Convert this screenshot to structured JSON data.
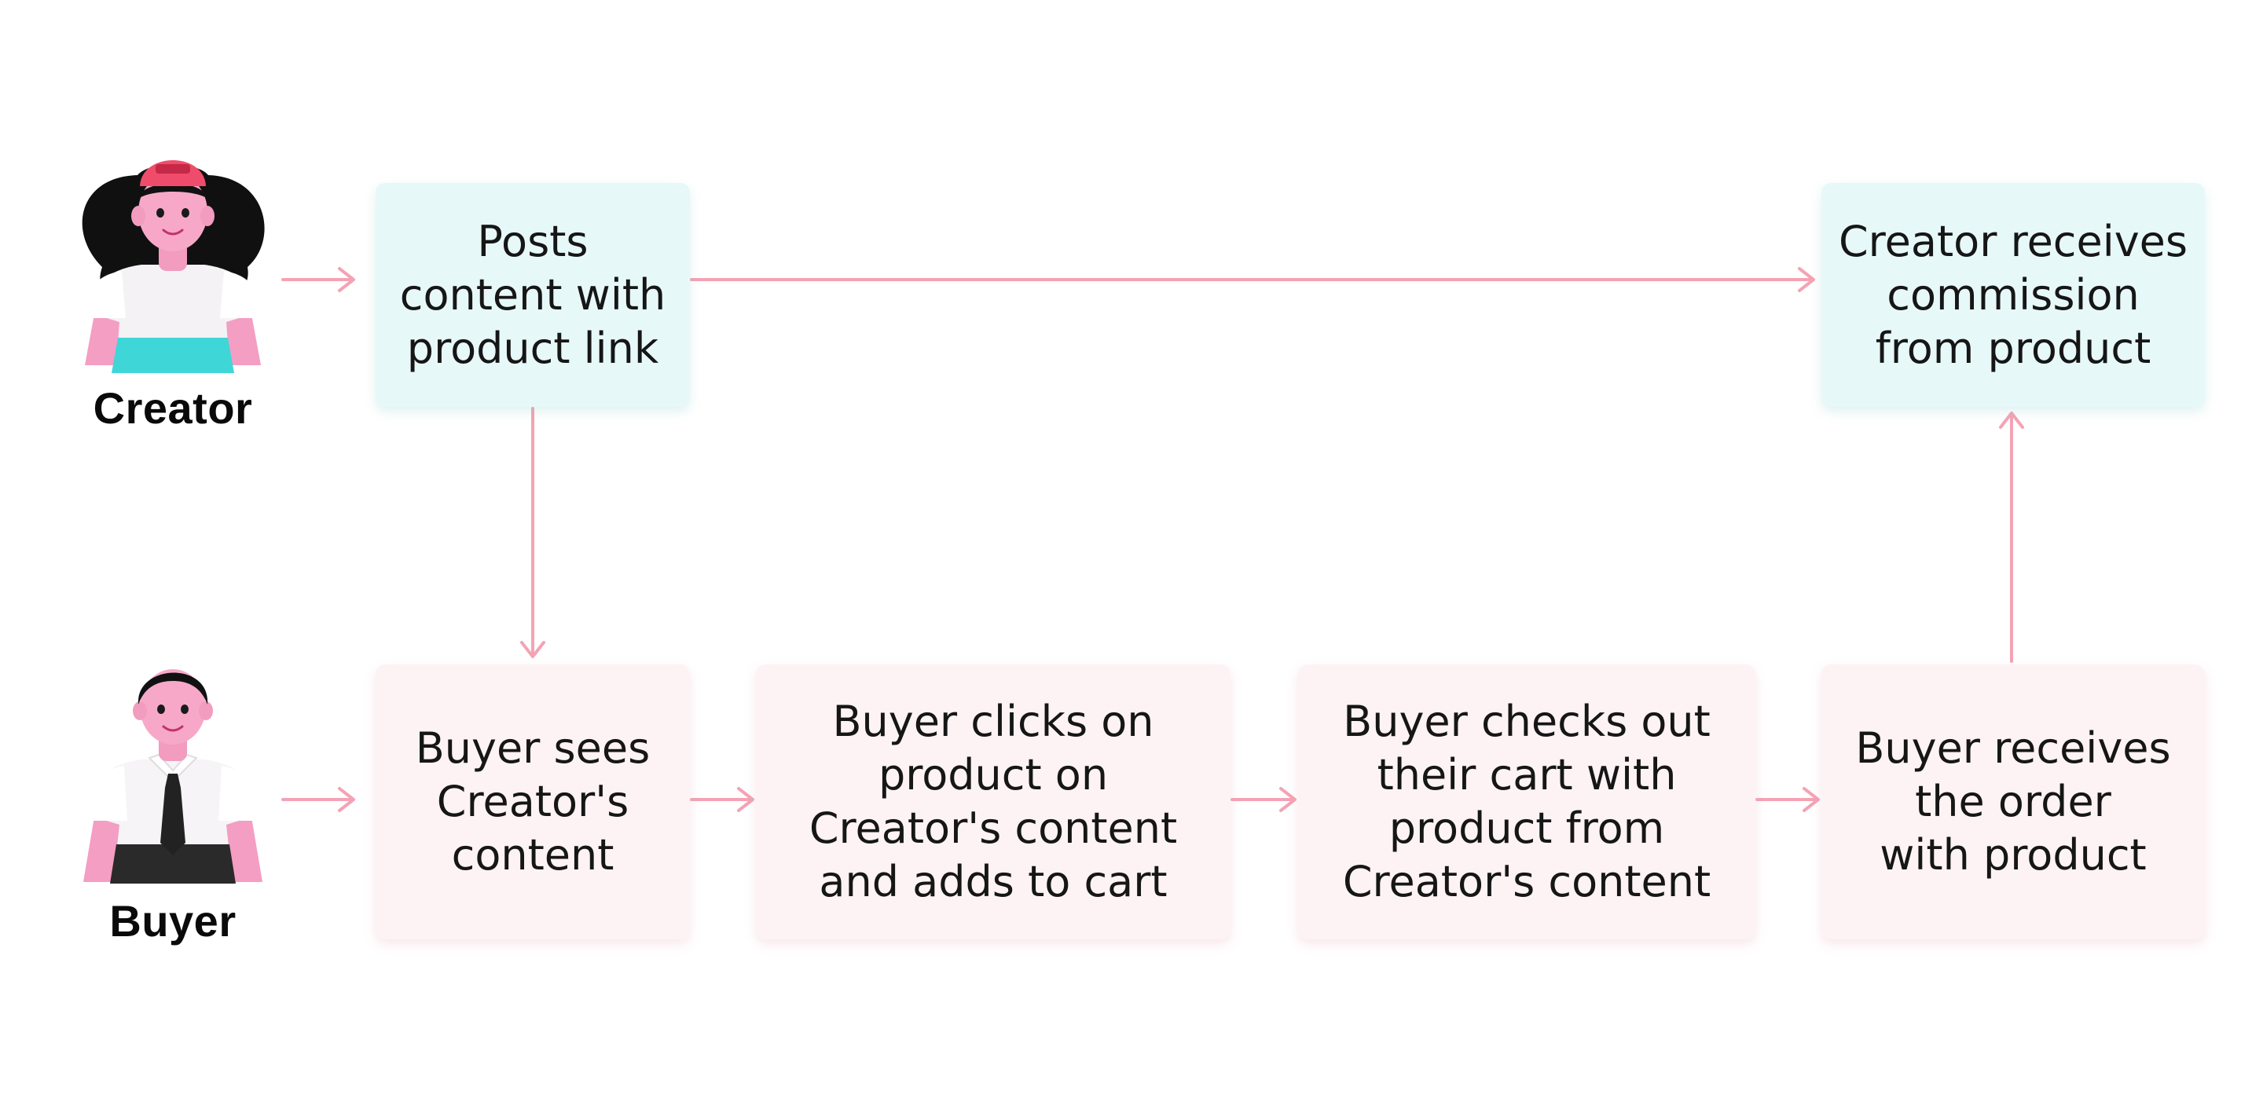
{
  "actors": {
    "creator": {
      "label": "Creator",
      "icon": "creator-avatar-icon"
    },
    "buyer": {
      "label": "Buyer",
      "icon": "buyer-avatar-icon"
    }
  },
  "steps": {
    "creator_posts": "Posts\ncontent with\nproduct link",
    "creator_commission": "Creator receives\ncommission\nfrom product",
    "buyer_sees": "Buyer sees\nCreator's\ncontent",
    "buyer_clicks": "Buyer clicks on\nproduct on\nCreator's content\nand adds to cart",
    "buyer_checks_out": "Buyer checks out\ntheir cart with\nproduct from\nCreator's content",
    "buyer_receives": "Buyer receives\nthe order\nwith product"
  },
  "colors": {
    "creator_box": "#e7f8f8",
    "buyer_box": "#fdf3f5",
    "arrow": "#f4a3b4"
  }
}
